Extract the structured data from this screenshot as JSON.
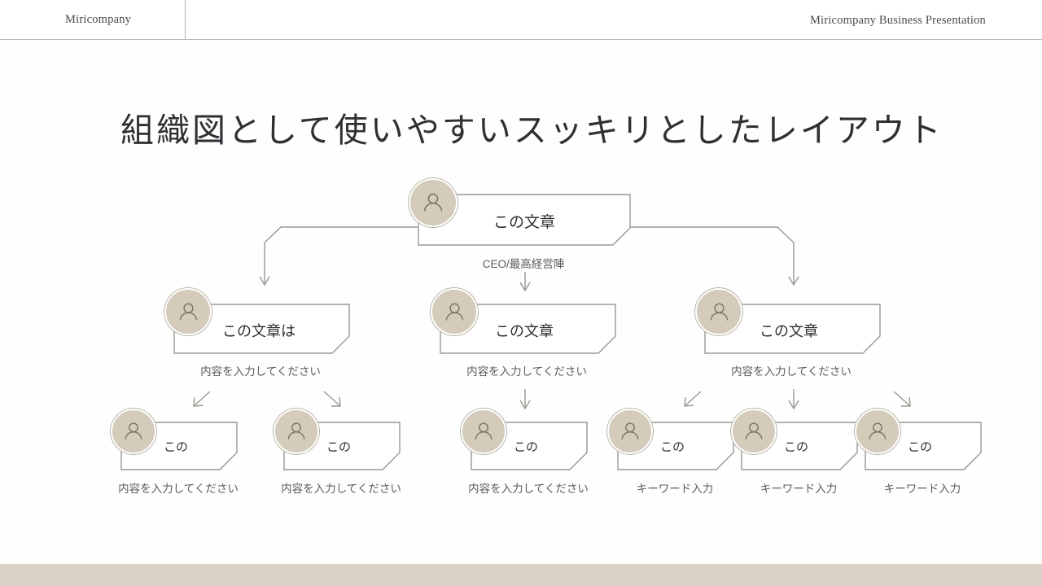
{
  "header": {
    "left_label": "Miricompany",
    "right_label": "Miricompany Business Presentation"
  },
  "title": "組織図として使いやすいスッキリとしたレイアウト",
  "colors": {
    "avatar_fill": "#d4cbbb",
    "avatar_ring": "#b8b3a9",
    "box_stroke": "#9b9791",
    "connector_stroke": "#9b9791",
    "footer_bar": "#dbd4c6",
    "title_text": "#2f3034",
    "caption_text": "#5a5a5a",
    "header_rule": "#b7b7b7"
  },
  "chart_data": {
    "type": "diagram",
    "subtype": "organization-chart",
    "title": "組織図として使いやすいスッキリとしたレイアウト",
    "levels": 3,
    "nodes": [
      {
        "id": "root",
        "level": 1,
        "label": "この文章",
        "caption": "CEO/最高経営陣",
        "icon": "person-icon",
        "children": [
          "l2-1",
          "l2-2",
          "l2-3"
        ]
      },
      {
        "id": "l2-1",
        "level": 2,
        "label": "この文章は",
        "caption": "内容を入力してください",
        "icon": "person-icon",
        "children": [
          "l3-1",
          "l3-2"
        ]
      },
      {
        "id": "l2-2",
        "level": 2,
        "label": "この文章",
        "caption": "内容を入力してください",
        "icon": "person-icon",
        "children": [
          "l3-3"
        ]
      },
      {
        "id": "l2-3",
        "level": 2,
        "label": "この文章",
        "caption": "内容を入力してください",
        "icon": "person-icon",
        "children": [
          "l3-4",
          "l3-5",
          "l3-6"
        ]
      },
      {
        "id": "l3-1",
        "level": 3,
        "label": "この",
        "caption": "内容を入力してください",
        "icon": "person-icon",
        "arrow": "down-left"
      },
      {
        "id": "l3-2",
        "level": 3,
        "label": "この",
        "caption": "内容を入力してください",
        "icon": "person-icon",
        "arrow": "down-right"
      },
      {
        "id": "l3-3",
        "level": 3,
        "label": "この",
        "caption": "内容を入力してください",
        "icon": "person-icon",
        "arrow": "down"
      },
      {
        "id": "l3-4",
        "level": 3,
        "label": "この",
        "caption": "キーワード入力",
        "icon": "person-icon",
        "arrow": "down-left"
      },
      {
        "id": "l3-5",
        "level": 3,
        "label": "この",
        "caption": "キーワード入力",
        "icon": "person-icon",
        "arrow": "down"
      },
      {
        "id": "l3-6",
        "level": 3,
        "label": "この",
        "caption": "キーワード入力",
        "icon": "person-icon",
        "arrow": "down-right"
      }
    ]
  },
  "nodes": {
    "root": {
      "label": "この文章",
      "caption": "CEO/最高経営陣"
    },
    "l2_1": {
      "label": "この文章は",
      "caption": "内容を入力してください"
    },
    "l2_2": {
      "label": "この文章",
      "caption": "内容を入力してください"
    },
    "l2_3": {
      "label": "この文章",
      "caption": "内容を入力してください"
    },
    "l3_1": {
      "label": "この",
      "caption": "内容を入力してください"
    },
    "l3_2": {
      "label": "この",
      "caption": "内容を入力してください"
    },
    "l3_3": {
      "label": "この",
      "caption": "内容を入力してください"
    },
    "l3_4": {
      "label": "この",
      "caption": "キーワード入力"
    },
    "l3_5": {
      "label": "この",
      "caption": "キーワード入力"
    },
    "l3_6": {
      "label": "この",
      "caption": "キーワード入力"
    }
  }
}
